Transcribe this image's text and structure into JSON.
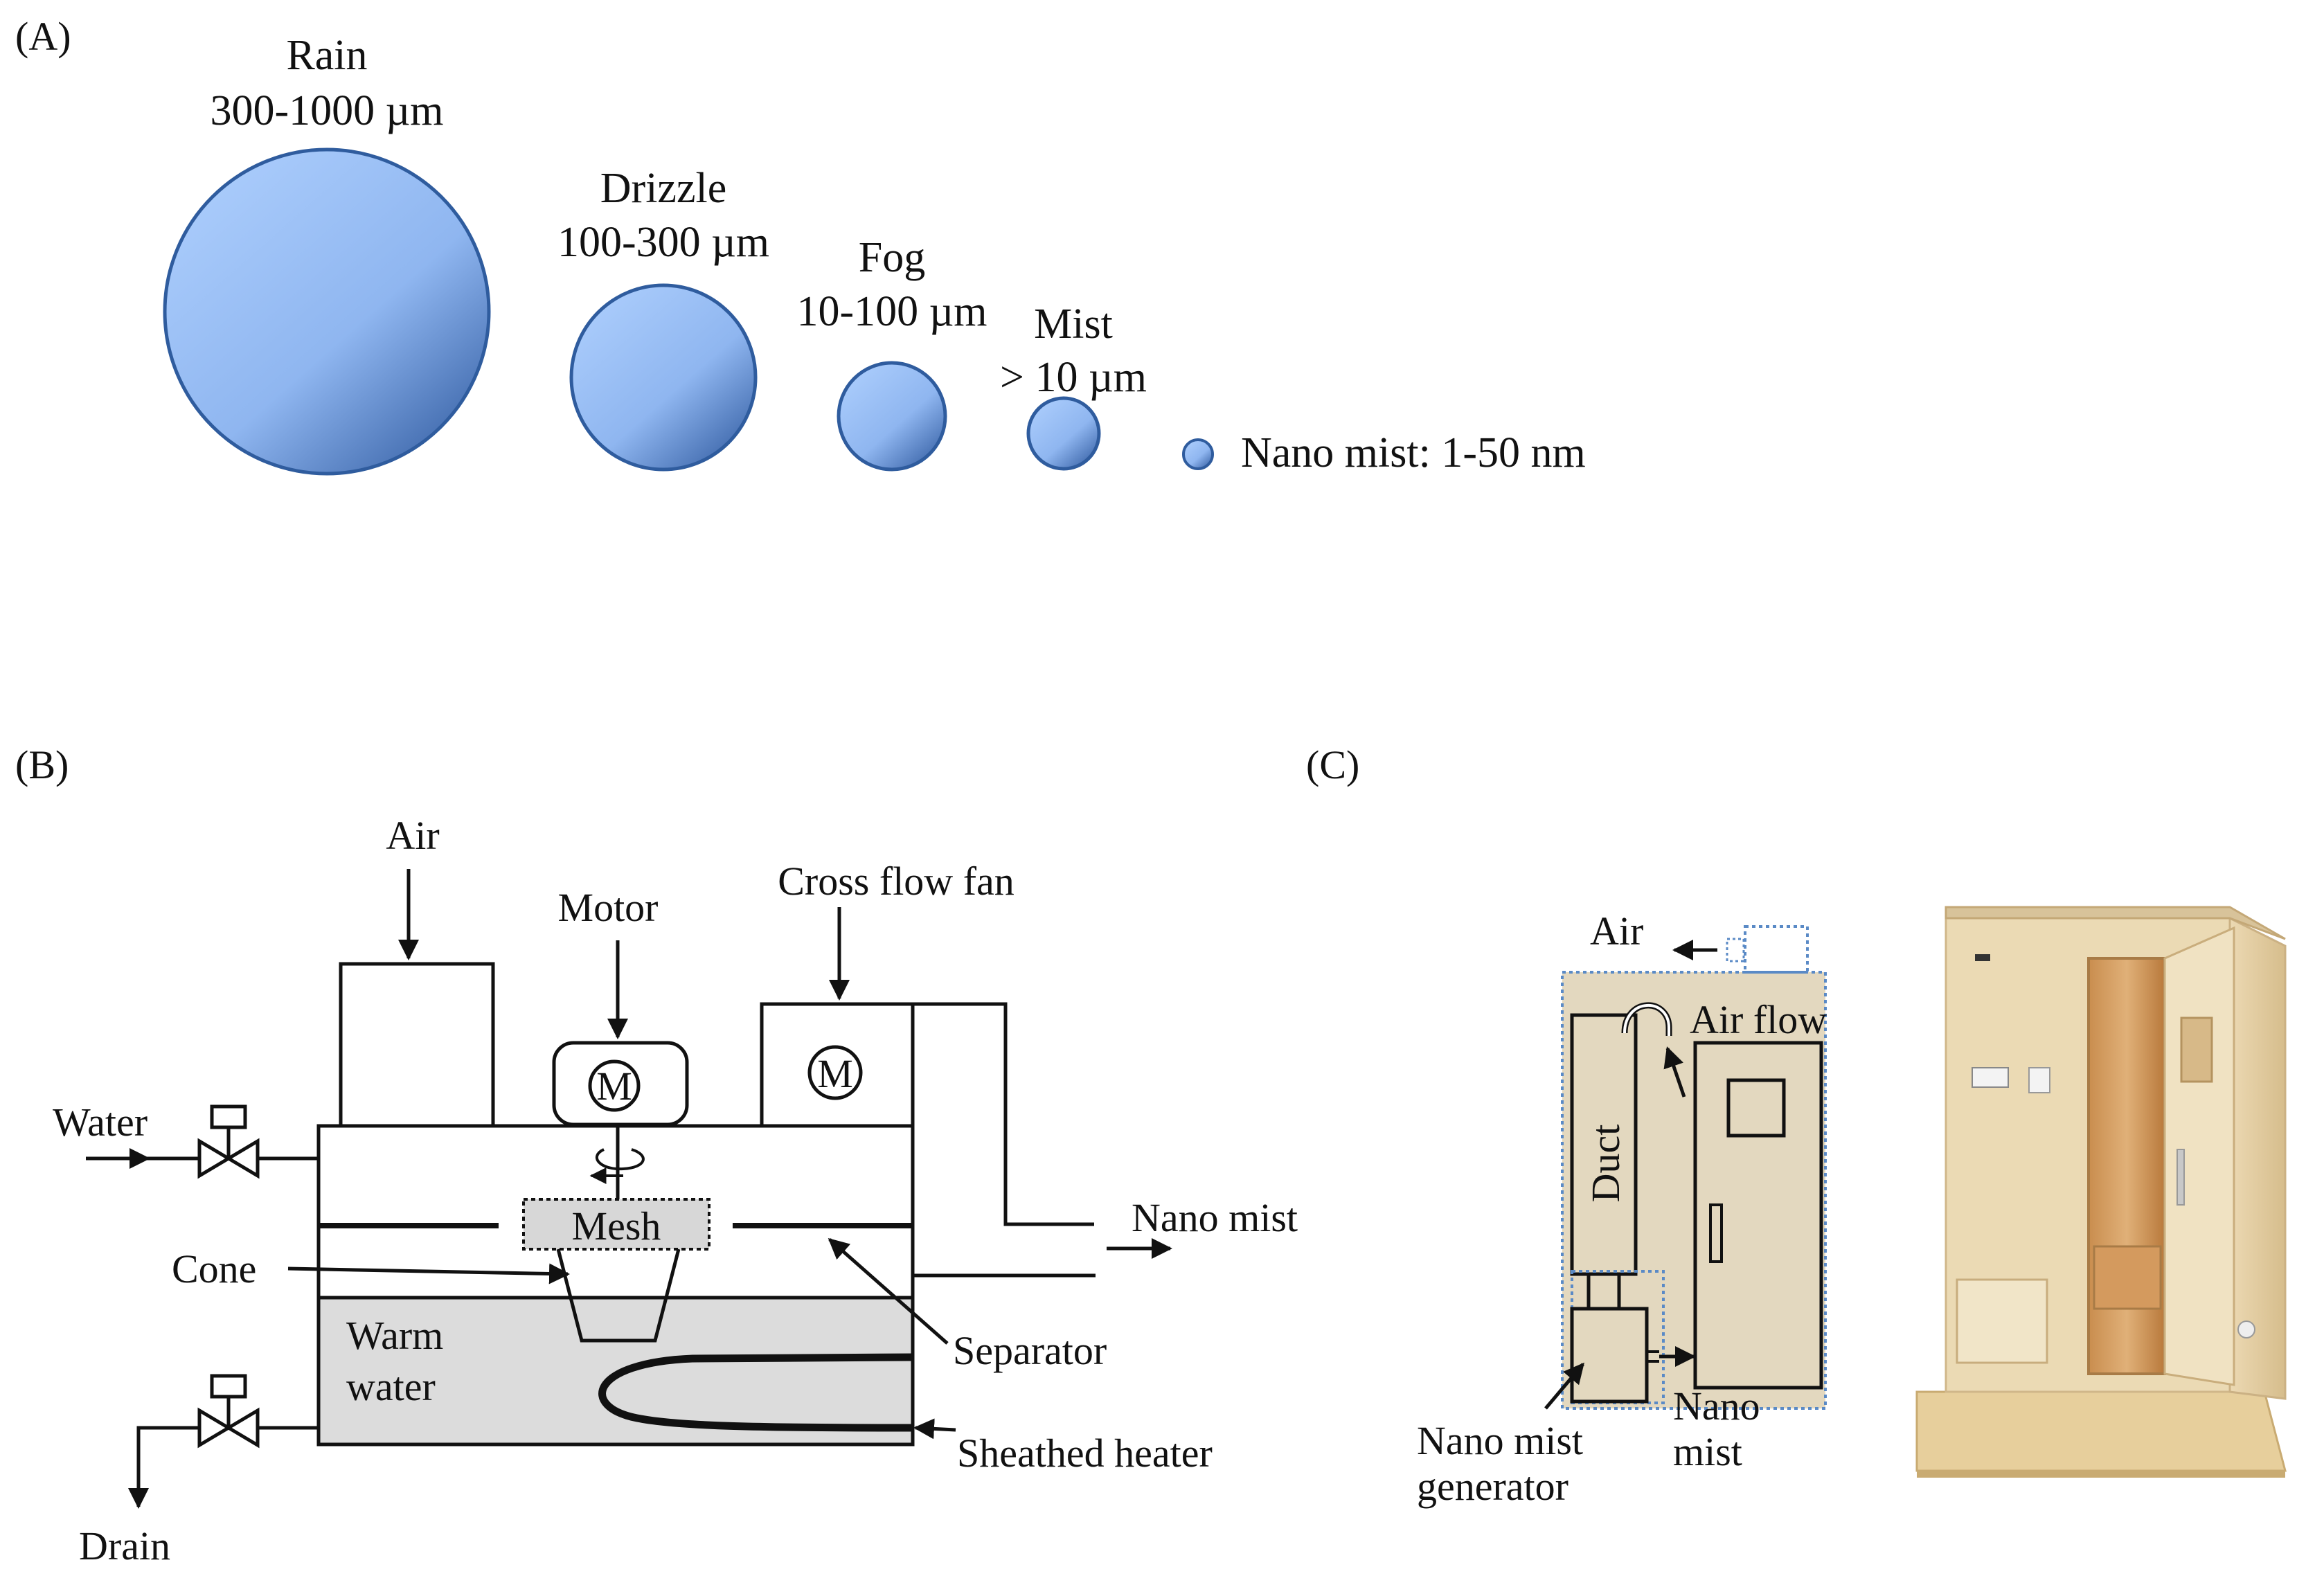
{
  "panel_a": {
    "label": "(A)",
    "drops": [
      {
        "name": "Rain",
        "range": "300-1000 µm"
      },
      {
        "name": "Drizzle",
        "range": "100-300 µm"
      },
      {
        "name": "Fog",
        "range": "10-100 µm"
      },
      {
        "name": "Mist",
        "range": "> 10 µm"
      }
    ],
    "nano": "Nano mist: 1-50 nm",
    "colors": {
      "fill_light": "#a9cbfb",
      "fill_dark": "#3a64a8",
      "stroke": "#2f5c9e"
    }
  },
  "panel_b": {
    "label": "(B)",
    "air": "Air",
    "motor": "Motor",
    "cross_flow_fan": "Cross flow fan",
    "motor_symbol": "M",
    "water": "Water",
    "mesh": "Mesh",
    "nano_mist": "Nano mist",
    "cone": "Cone",
    "separator": "Separator",
    "warm_water_1": "Warm",
    "warm_water_2": "water",
    "sheathed_heater": "Sheathed heater",
    "drain": "Drain"
  },
  "panel_c": {
    "label": "(C)",
    "air": "Air",
    "air_flow": "Air flow",
    "duct": "Duct",
    "nano_mist_1": "Nano",
    "nano_mist_2": "mist",
    "generator_1": "Nano mist",
    "generator_2": "generator",
    "colors": {
      "cabinet": "#e3d8bf",
      "dotted": "#5a8ac6",
      "wood": "#e8d2a6"
    }
  }
}
